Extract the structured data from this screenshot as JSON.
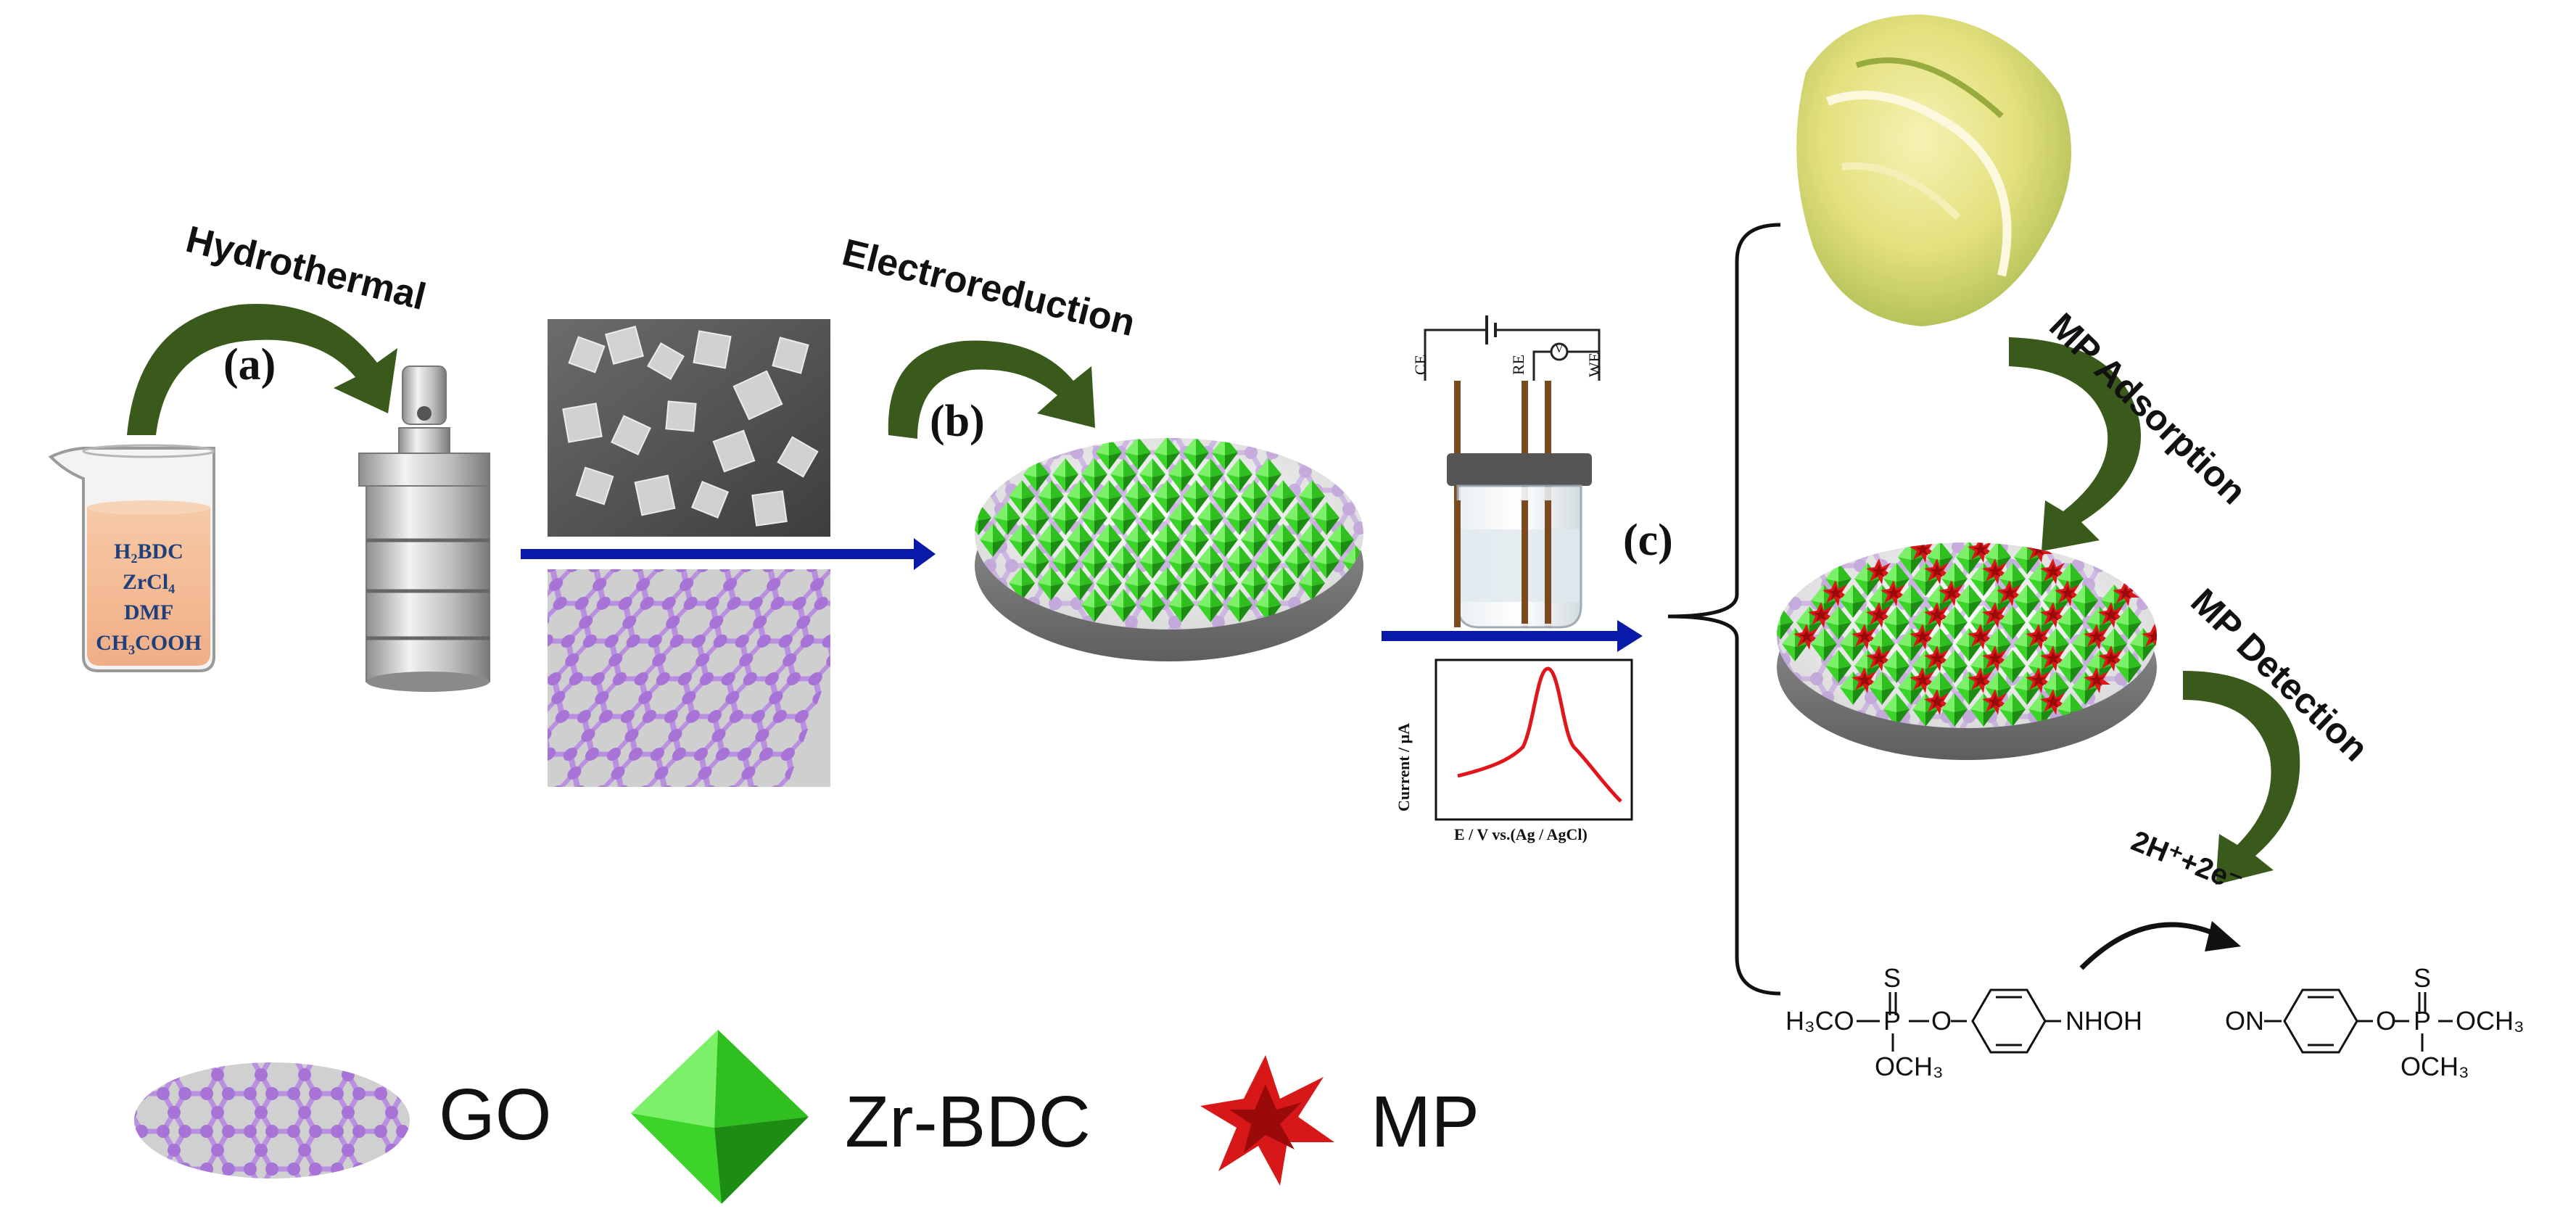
{
  "steps": {
    "a": "(a)",
    "b": "(b)",
    "c": "(c)"
  },
  "processes": {
    "hydrothermal": "Hydrothermal",
    "electroreduction": "Electroreduction",
    "adsorption": "MP Adsorption",
    "detection": "MP Detection"
  },
  "reagents": {
    "line1": "H₂BDC",
    "line2": "ZrCl₄",
    "line3": "DMF",
    "line4": "CH₃COOH"
  },
  "cell": {
    "ce": "CE",
    "re": "RE",
    "we": "WE",
    "meter": "V"
  },
  "voltammogram": {
    "ylabel": "Current / μA",
    "xlabel": "E / V vs.(Ag / AgCl)"
  },
  "reaction": {
    "electrons": "2H⁺+2e⁻",
    "reactant": {
      "s": "S",
      "h3co": "H₃CO",
      "p": "P",
      "o": "O",
      "och3": "OCH₃",
      "nhoh": "NHOH"
    },
    "product": {
      "on": "ON",
      "s": "S",
      "o": "O",
      "p": "P",
      "och3_right": "OCH₃",
      "och3_bottom": "OCH₃"
    }
  },
  "legend": {
    "go": "GO",
    "zr": "Zr-BDC",
    "mp": "MP"
  },
  "colors": {
    "arrow_green": "#3a5a1c",
    "arrow_blue": "#0a1aa8",
    "graphene": "#b07ad8",
    "octahedron": "#33cc22",
    "mp": "#d81818",
    "reagent_text": "#1f3f7a",
    "peak_curve": "#e0161b"
  }
}
